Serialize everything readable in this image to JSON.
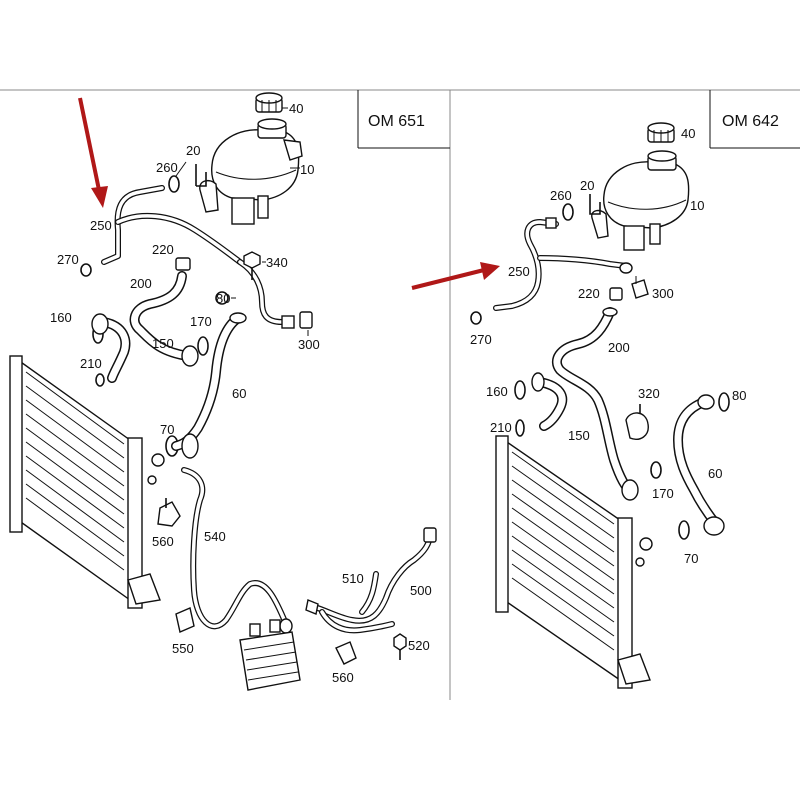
{
  "left_panel": {
    "engine_label": "OM 651",
    "callouts": {
      "c40": "40",
      "c20": "20",
      "c260": "260",
      "c10": "10",
      "c250": "250",
      "c220": "220",
      "c340": "340",
      "c270": "270",
      "c200": "200",
      "c80": "80",
      "c160": "160",
      "c170": "170",
      "c150": "150",
      "c300": "300",
      "c210": "210",
      "c60": "60",
      "c70": "70",
      "c560a": "560",
      "c540": "540",
      "c510": "510",
      "c500": "500",
      "c550": "550",
      "c520": "520",
      "c560b": "560"
    }
  },
  "right_panel": {
    "engine_label": "OM 642",
    "callouts": {
      "c40": "40",
      "c20": "20",
      "c260": "260",
      "c10": "10",
      "c250": "250",
      "c220": "220",
      "c300": "300",
      "c270": "270",
      "c200": "200",
      "c160": "160",
      "c320": "320",
      "c80": "80",
      "c210": "210",
      "c150": "150",
      "c60": "60",
      "c170": "170",
      "c70": "70"
    }
  },
  "colors": {
    "arrow": "#b01818",
    "line": "#111111",
    "frame": "#888888"
  }
}
